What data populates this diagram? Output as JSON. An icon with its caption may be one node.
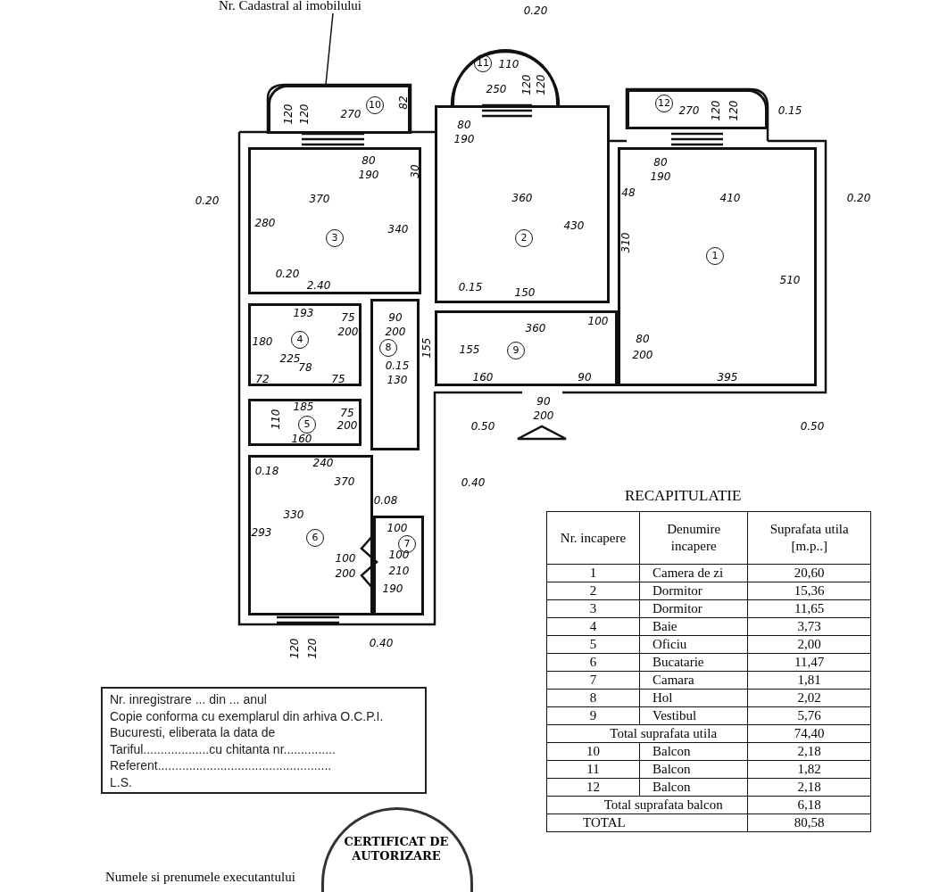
{
  "diagram": {
    "nodes": [
      {
        "text": [
          "Nr. Cadastral al imobilului"
        ]
      },
      {
        "text": [
          "1"
        ]
      },
      {
        "text": [
          "2"
        ]
      },
      {
        "text": [
          "3"
        ]
      },
      {
        "text": [
          "4"
        ]
      },
      {
        "text": [
          "5"
        ]
      },
      {
        "text": [
          "6"
        ]
      },
      {
        "text": [
          "7"
        ]
      },
      {
        "text": [
          "8"
        ]
      },
      {
        "text": [
          "9"
        ]
      },
      {
        "text": [
          "10"
        ]
      },
      {
        "text": [
          "11"
        ]
      },
      {
        "text": [
          "12"
        ]
      },
      {
        "text": [
          "Nr. inregistrare ... din ... anul",
          "Copie conforma cu exemplarul din arhiva O.C.P.I.",
          "Bucuresti, eliberata la data de",
          "Tariful...................cu chitanta nr...............",
          "Referent..................................................",
          "L.S."
        ]
      },
      {
        "text": [
          "CERTIFICAT DE AUTORIZARE"
        ]
      }
    ],
    "edges": [
      {
        "from": 0,
        "to": 10,
        "arrow": "none"
      }
    ],
    "labels": [
      "0.20",
      "110",
      "120",
      "120",
      "250",
      "80",
      "190",
      "120",
      "120",
      "270",
      "82",
      "80",
      "190",
      "30",
      "0.20",
      "370",
      "280",
      "340",
      "0.20",
      "2.40",
      "360",
      "430",
      "0.15",
      "150",
      "100",
      "48",
      "410",
      "0.20",
      "310",
      "510",
      "395",
      "0.50",
      "270",
      "120",
      "120",
      "0.15",
      "80",
      "190",
      "80",
      "200",
      "360",
      "155",
      "160",
      "90",
      "90",
      "200",
      "0.50",
      "75",
      "90",
      "200",
      "200",
      "130",
      "0.15",
      "155",
      "193",
      "180",
      "225",
      "78",
      "72",
      "75",
      "185",
      "110",
      "160",
      "75",
      "200",
      "0.18",
      "240",
      "370",
      "0.40",
      "330",
      "293",
      "0.08",
      "100",
      "100",
      "200",
      "100",
      "210",
      "190",
      "0.40",
      "120",
      "120",
      "RECAPITULATIE",
      "Nr. incapere",
      "Denumire incapere",
      "Suprafata utila [m.p..]",
      "1",
      "Camera de zi",
      "20,60",
      "2",
      "Dormitor",
      "15,36",
      "3",
      "Dormitor",
      "11,65",
      "4",
      "Baie",
      "3,73",
      "5",
      "Oficiu",
      "2,00",
      "6",
      "Bucatarie",
      "11,47",
      "7",
      "Camara",
      "1,81",
      "8",
      "Hol",
      "2,02",
      "9",
      "Vestibul",
      "5,76",
      "Total suprafata  utila",
      "74,40",
      "10",
      "Balcon",
      "2,18",
      "11",
      "Balcon",
      "1,82",
      "12",
      "Balcon",
      "2,18",
      "Total  suprafata balcon",
      "6,18",
      "TOTAL",
      "80,58",
      "Numele si prenumele executantului"
    ]
  }
}
